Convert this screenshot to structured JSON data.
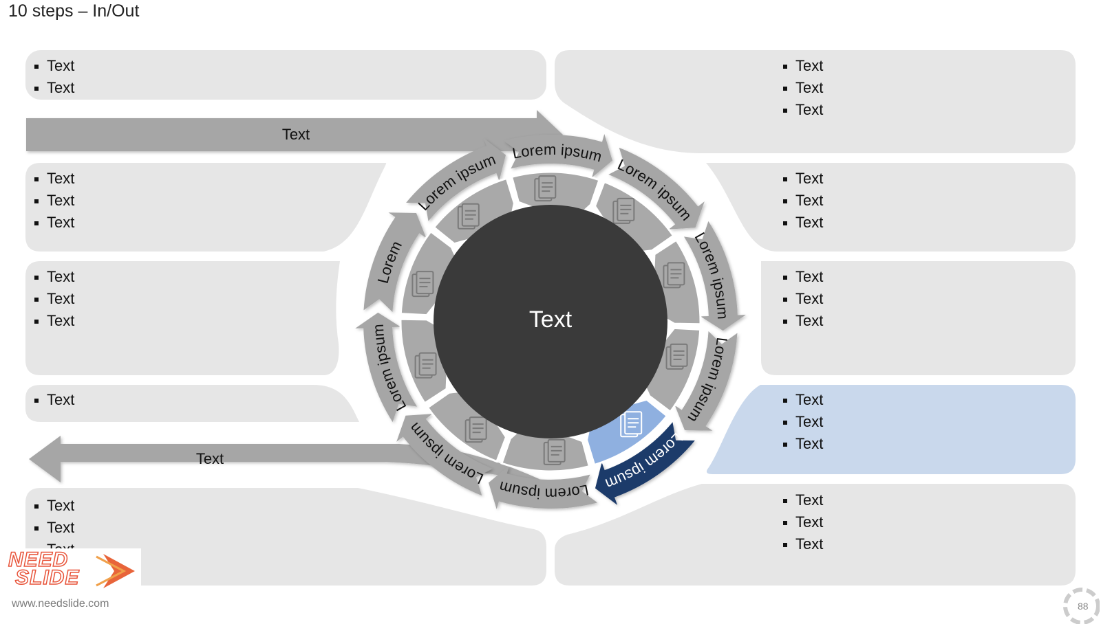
{
  "title": "10 steps – In/Out",
  "center_label": "Text",
  "input_arrow_label": "Text",
  "output_arrow_label": "Text",
  "highlight_color": "#1f3b6b",
  "highlight_light_color": "#c9d8ec",
  "ring_labels": [
    "Lorem ipsum",
    "Lorem ipsum",
    "Lorem ipsum",
    "Lorem ipsum",
    "Lorem ipsum",
    "Lorem ipsum",
    "Lorem ipsum",
    "Lorem",
    "Lorem ipsum",
    "Lorem ipsum"
  ],
  "segment_icons": [
    "truck-icon",
    "presentation-icon",
    "report-icon",
    "finance-upload-icon",
    "document-chart-icon",
    "calculator-icon",
    "binders-icon",
    "document-chart-icon",
    "mobile-download-icon",
    "document-chart-icon"
  ],
  "panels": {
    "left": [
      {
        "items": [
          "Text",
          "Text"
        ]
      },
      {
        "items": [
          "Text",
          "Text",
          "Text"
        ]
      },
      {
        "items": [
          "Text",
          "Text",
          "Text"
        ]
      },
      {
        "items": [
          "Text"
        ]
      },
      {
        "items": [
          "Text",
          "Text",
          "Text"
        ]
      }
    ],
    "right": [
      {
        "items": [
          "Text",
          "Text",
          "Text"
        ]
      },
      {
        "items": [
          "Text",
          "Text",
          "Text"
        ]
      },
      {
        "items": [
          "Text",
          "Text",
          "Text"
        ]
      },
      {
        "items": [
          "Text",
          "Text",
          "Text"
        ]
      },
      {
        "items": [
          "Text",
          "Text",
          "Text"
        ]
      }
    ]
  },
  "logo_lines": [
    "NEED",
    "SLIDE"
  ],
  "website": "www.needslide.com",
  "page_number": "88"
}
